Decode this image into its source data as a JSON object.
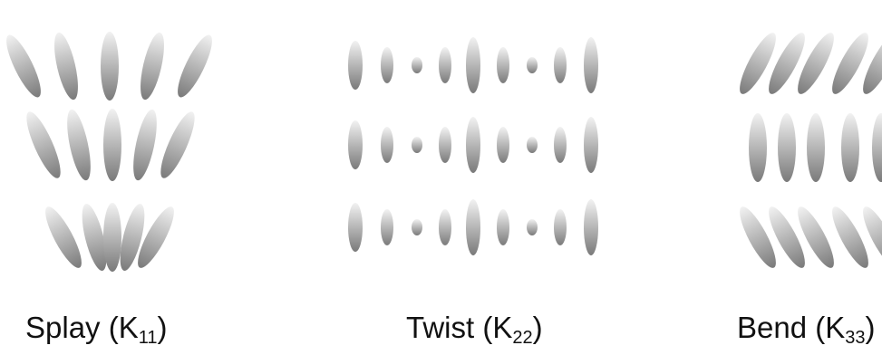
{
  "panels": [
    {
      "id": "splay",
      "name": "Splay",
      "sub": "11"
    },
    {
      "id": "twist",
      "name": "Twist",
      "sub": "22"
    },
    {
      "id": "bend",
      "name": "Bend",
      "sub": "33"
    }
  ],
  "colors": {
    "ellipse_light": "#f2f2f2",
    "ellipse_dark": "#7a7a7a",
    "text": "#111111",
    "background": "#ffffff"
  }
}
